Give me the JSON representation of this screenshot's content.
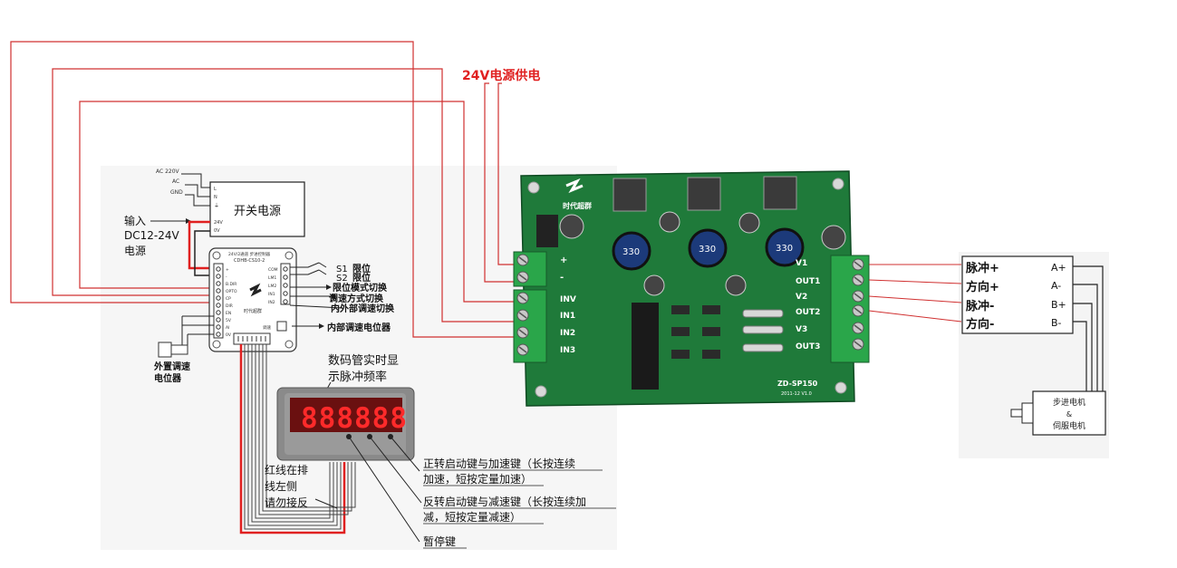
{
  "power_24v_label": "24V电源供电",
  "switching_psu": {
    "title": "开关电源",
    "terminals": [
      "L",
      "N",
      "⏚",
      "24V",
      "0V"
    ],
    "ac_labels": [
      "AC 220V",
      "AC",
      "GND"
    ]
  },
  "dc_input": {
    "line1": "输入",
    "line2": "DC12-24V",
    "line3": "电源"
  },
  "controller": {
    "header_line1": "24V/2通道 步进控制器",
    "header_line2": "CDHB-CS10-2",
    "brand": "时代超群",
    "left_pins": [
      "+",
      "-",
      "B.DIR",
      "OPTO",
      "CP",
      "DIR",
      "EN",
      "5V",
      "AI",
      "0V"
    ],
    "right_pins": [
      "COM",
      "LM1",
      "LM2",
      "IN1",
      "IN2"
    ],
    "pot_label": "调速"
  },
  "callouts": {
    "s1": "S1",
    "s1_desc": "限位",
    "s2": "S2",
    "s2_desc": "限位",
    "limit_mode": "限位模式切换",
    "speed_mode": "调速方式切换",
    "int_ext": "内外部调速切换",
    "internal_pot": "内部调速电位器",
    "external_pot_line1": "外置调速",
    "external_pot_line2": "电位器"
  },
  "display": {
    "caption_line1": "数码管实时显",
    "caption_line2": "示脉冲频率",
    "digits": "888888",
    "key_forward_line1": "正转启动键与加速键（长按连续",
    "key_forward_line2": "加速，短按定量加速）",
    "key_reverse_line1": "反转启动键与减速键（长按连续加",
    "key_reverse_line2": "减，短按定量减速）",
    "key_pause": "暂停键"
  },
  "ribbon_note": {
    "line1": "红线在排",
    "line2": "线左侧",
    "line3": "请勿接反"
  },
  "driver_board": {
    "brand": "时代超群",
    "inductor": "330",
    "model": "ZD-SP150",
    "date": "2011-12 V1.0",
    "power_plus": "+",
    "power_minus": "-",
    "inputs": [
      "INV",
      "IN1",
      "IN2",
      "IN3"
    ],
    "outputs": [
      "V1",
      "OUT1",
      "V2",
      "OUT2",
      "V3",
      "OUT3"
    ]
  },
  "motor_driver": {
    "inputs": [
      "脉冲+",
      "方向+",
      "脉冲-",
      "方向-"
    ],
    "outputs": [
      "A+",
      "A-",
      "B+",
      "B-"
    ]
  },
  "motor": {
    "line1": "步进电机",
    "line2": "&",
    "line3": "伺服电机"
  },
  "colors": {
    "wire_red": "#e02020",
    "label_red": "#e02020",
    "board_green": "#1f7a3a",
    "terminal_green": "#2aa64a",
    "display_digit": "#ff2a2a",
    "display_bezel": "#8a8a8a"
  }
}
